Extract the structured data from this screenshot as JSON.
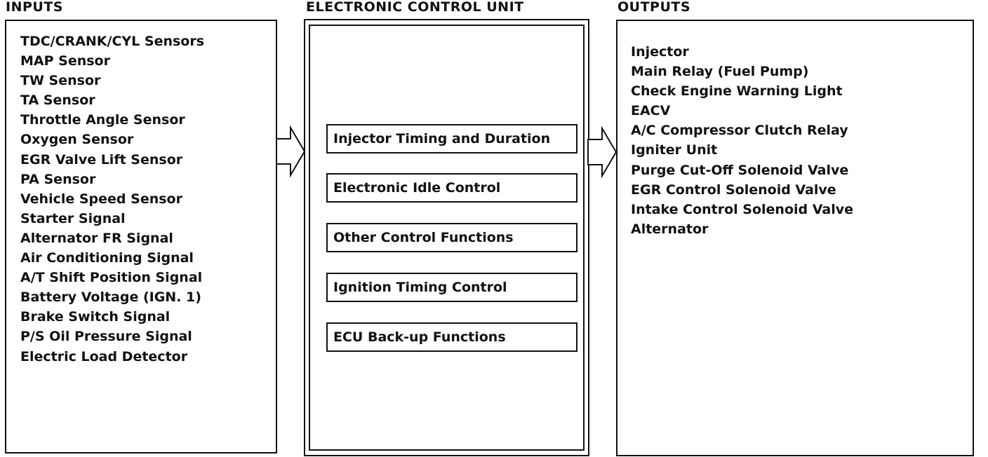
{
  "inputs": {
    "title": "INPUTS",
    "items": [
      "TDC/CRANK/CYL Sensors",
      "MAP Sensor",
      "TW Sensor",
      "TA Sensor",
      "Throttle Angle Sensor",
      "Oxygen Sensor",
      "EGR Valve Lift Sensor",
      "PA Sensor",
      "Vehicle Speed Sensor",
      "Starter Signal",
      "Alternator FR Signal",
      "Air Conditioning Signal",
      "A/T Shift Position Signal",
      "Battery Voltage (IGN. 1)",
      "Brake Switch Signal",
      "P/S Oil Pressure Signal",
      "Electric Load Detector"
    ]
  },
  "ecu": {
    "title": "ELECTRONIC CONTROL UNIT",
    "functions": [
      "Injector Timing and Duration",
      "Electronic Idle Control",
      "Other Control Functions",
      "Ignition Timing Control",
      "ECU Back-up Functions"
    ]
  },
  "outputs": {
    "title": "OUTPUTS",
    "items": [
      "Injector",
      "Main Relay (Fuel Pump)",
      "Check Engine  Warning Light",
      "EACV",
      "A/C Compressor Clutch Relay",
      "Igniter Unit",
      "Purge Cut-Off Solenoid Valve",
      "EGR Control Solenoid Valve",
      "Intake Control Solenoid Valve",
      "Alternator"
    ]
  }
}
